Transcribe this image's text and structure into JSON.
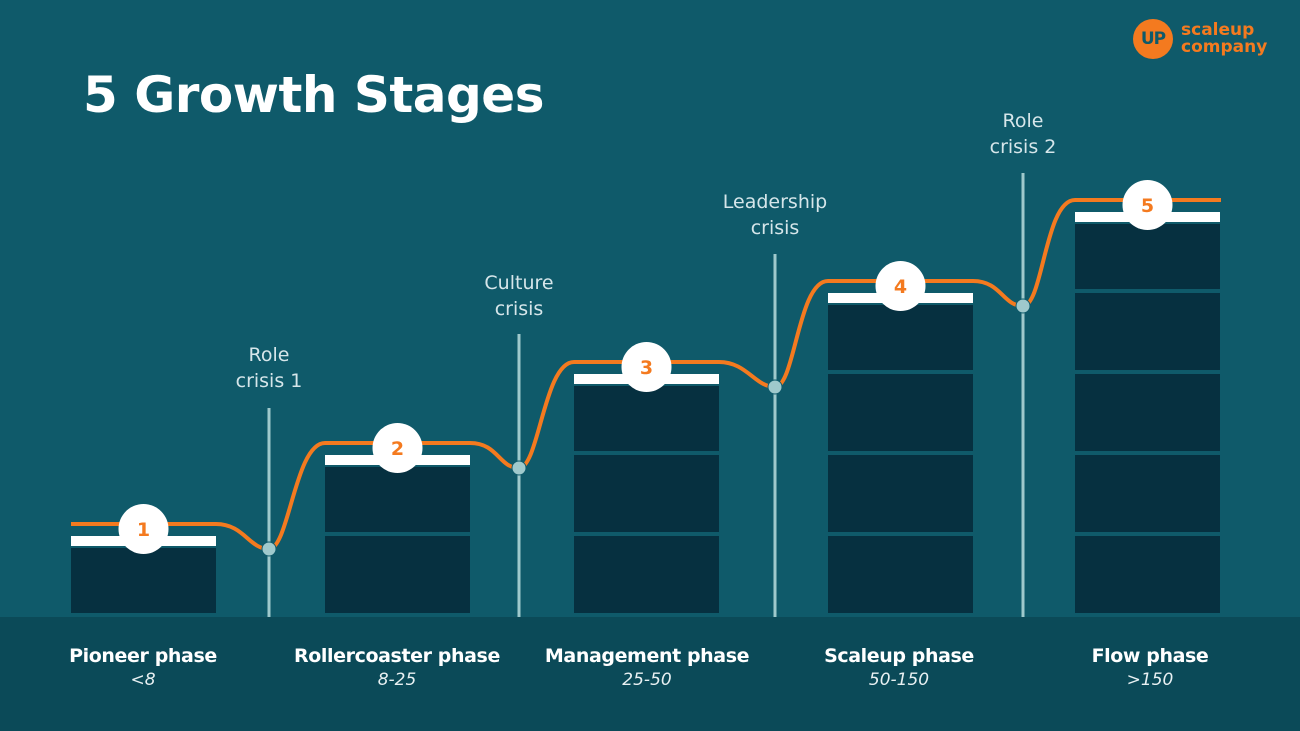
{
  "title": "5 Growth Stages",
  "logo": {
    "mark": "UP",
    "line1": "scaleup",
    "line2": "company"
  },
  "colors": {
    "background": "#0f5a6a",
    "footer": "#0b4a58",
    "block": "#063040",
    "accent": "#f47a1f",
    "line": "#9fc9cc",
    "white": "#ffffff"
  },
  "stages": [
    {
      "number": "1",
      "name": "Pioneer phase",
      "range": "<8",
      "level": 1
    },
    {
      "number": "2",
      "name": "Rollercoaster phase",
      "range": "8-25",
      "level": 2
    },
    {
      "number": "3",
      "name": "Management phase",
      "range": "25-50",
      "level": 3
    },
    {
      "number": "4",
      "name": "Scaleup phase",
      "range": "50-150",
      "level": 4
    },
    {
      "number": "5",
      "name": "Flow phase",
      "range": ">150",
      "level": 5
    }
  ],
  "crises": [
    {
      "line1": "Role",
      "line2": "crisis 1"
    },
    {
      "line1": "Culture",
      "line2": "crisis"
    },
    {
      "line1": "Leadership",
      "line2": "crisis"
    },
    {
      "line1": "Role",
      "line2": "crisis 2"
    }
  ]
}
